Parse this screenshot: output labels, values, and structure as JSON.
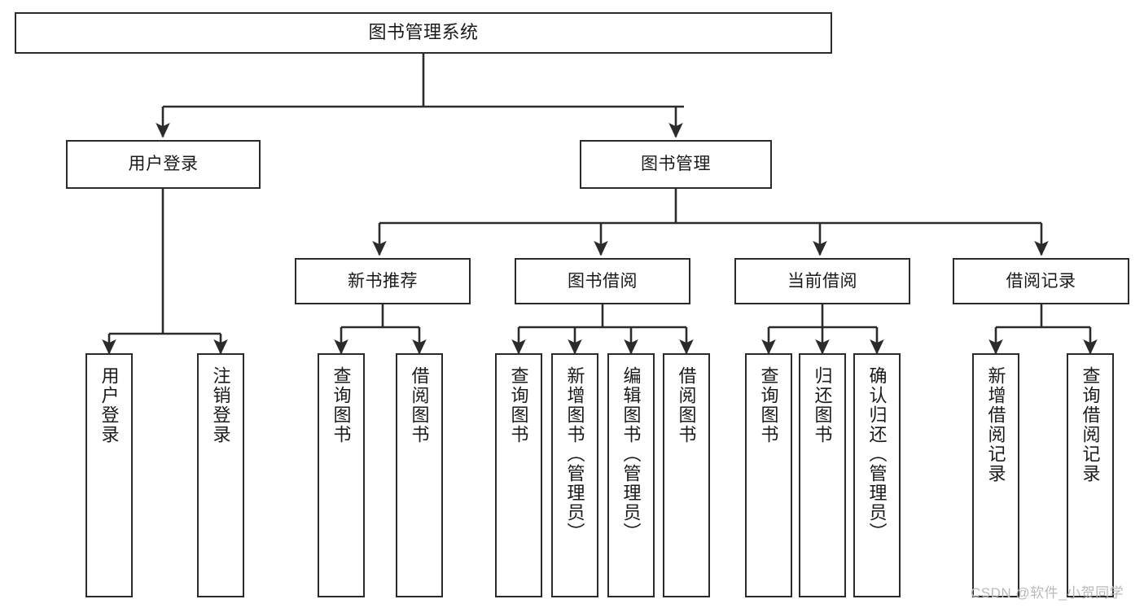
{
  "diagram": {
    "type": "tree-hierarchy-chart",
    "title": "图书管理系统",
    "stroke_color": "#2b2b2b",
    "background_color": "#ffffff",
    "nodes": {
      "root": {
        "label": "图书管理系统"
      },
      "level2": [
        {
          "id": "user-login",
          "label": "用户登录"
        },
        {
          "id": "book-manage",
          "label": "图书管理"
        }
      ],
      "level3": [
        {
          "id": "new-book-recommend",
          "label": "新书推荐"
        },
        {
          "id": "book-borrow",
          "label": "图书借阅"
        },
        {
          "id": "current-borrow",
          "label": "当前借阅"
        },
        {
          "id": "borrow-record",
          "label": "借阅记录"
        }
      ],
      "leaves": {
        "user_login": [
          {
            "id": "leaf-user-login",
            "label": "用户登录"
          },
          {
            "id": "leaf-logout-login",
            "label": "注销登录"
          }
        ],
        "new_book_recommend": [
          {
            "id": "leaf-query-book-1",
            "label": "查询图书"
          },
          {
            "id": "leaf-borrow-book-1",
            "label": "借阅图书"
          }
        ],
        "book_borrow": [
          {
            "id": "leaf-query-book-2",
            "label": "查询图书"
          },
          {
            "id": "leaf-add-book",
            "label": "新增图书（管理员）"
          },
          {
            "id": "leaf-edit-book",
            "label": "编辑图书（管理员）"
          },
          {
            "id": "leaf-borrow-book-2",
            "label": "借阅图书"
          }
        ],
        "current_borrow": [
          {
            "id": "leaf-query-book-3",
            "label": "查询图书"
          },
          {
            "id": "leaf-return-book",
            "label": "归还图书"
          },
          {
            "id": "leaf-confirm-return",
            "label": "确认归还（管理员）"
          }
        ],
        "borrow_record": [
          {
            "id": "leaf-add-borrow-record",
            "label": "新增借阅记录"
          },
          {
            "id": "leaf-query-borrow-record",
            "label": "查询借阅记录"
          }
        ]
      }
    }
  },
  "watermark": {
    "text": "CSDN @软件_小贺同学"
  }
}
